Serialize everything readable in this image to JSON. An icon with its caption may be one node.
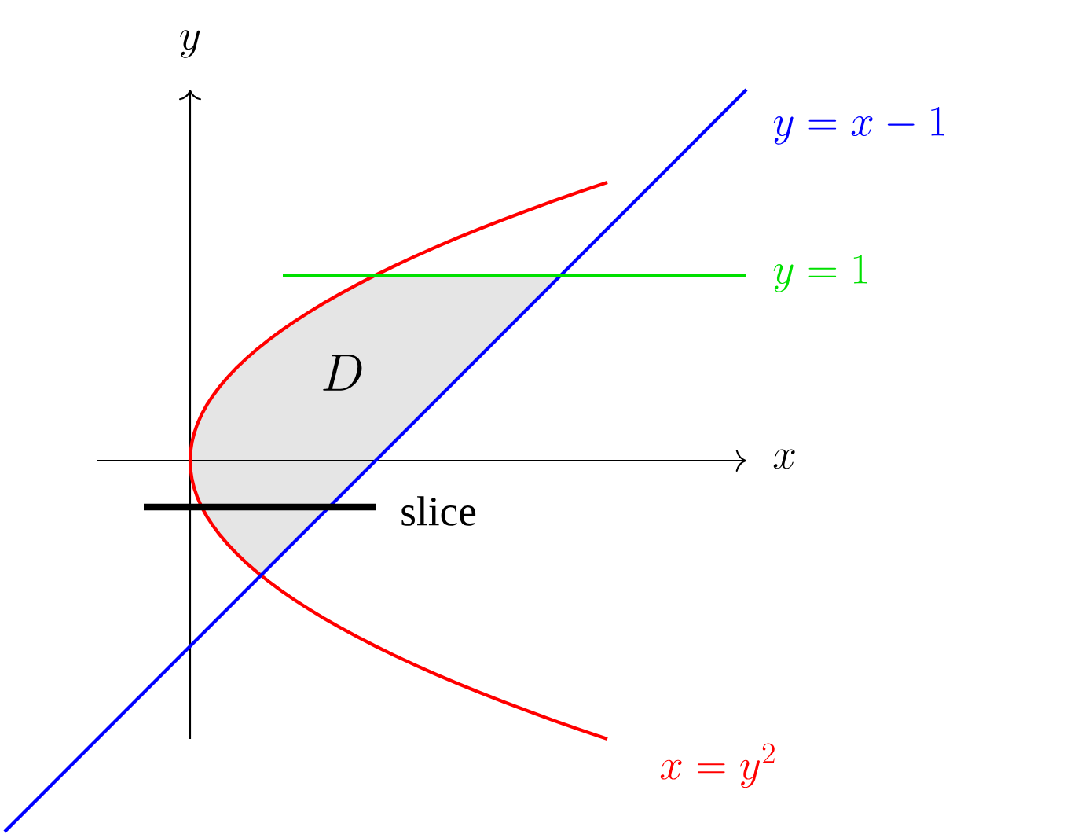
{
  "diagram": {
    "labels": [
      "y",
      "y=x-1",
      "y=1",
      "D",
      "x",
      "slice",
      "x=y^2"
    ]
  }
}
